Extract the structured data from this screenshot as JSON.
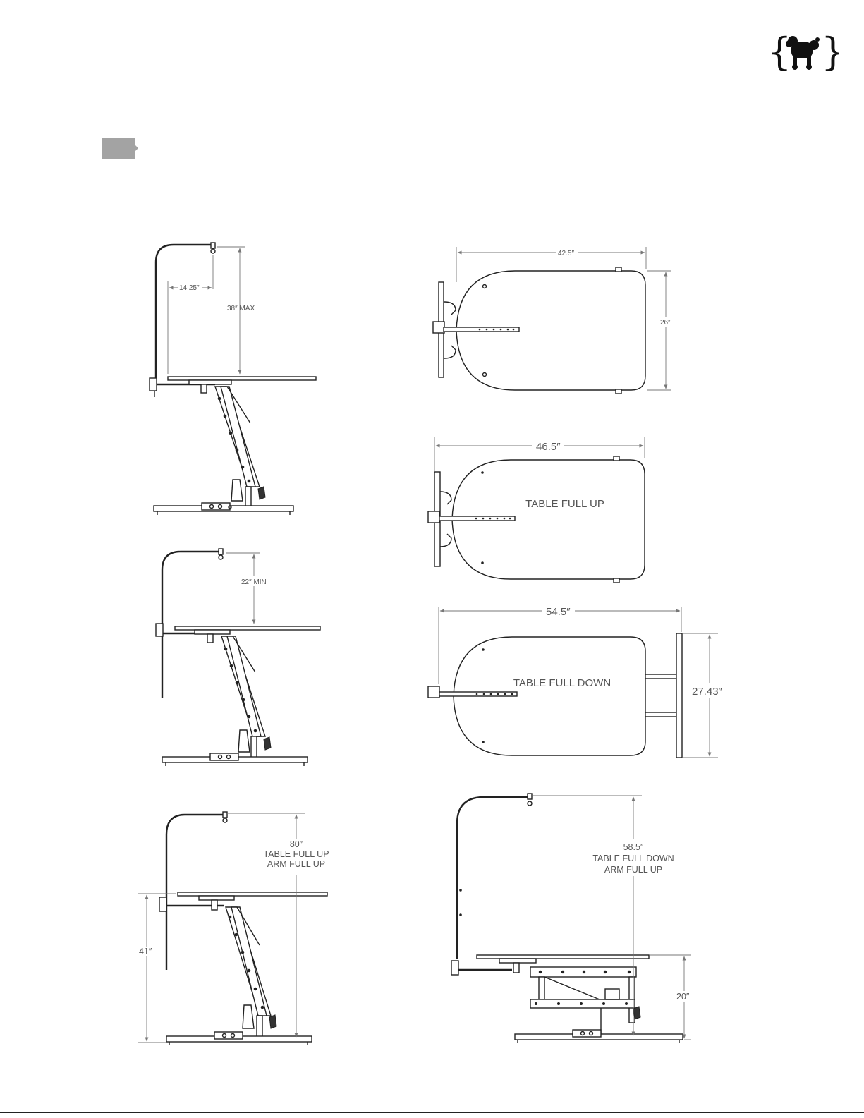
{
  "logo": {
    "icon": "poodle-icon",
    "left_brace": "{",
    "right_brace": "}"
  },
  "colors": {
    "line": "#222222",
    "dimension": "#777777",
    "tab": "#a3a3a3"
  },
  "dimensions": {
    "arm_reach": "14.25″",
    "arm_max_height": "38″ MAX",
    "arm_min_height": "22″ MIN",
    "top_view_length": "42.5″",
    "top_view_width": "26″",
    "full_up_length": "46.5″",
    "full_down_length": "54.5″",
    "full_down_width": "27.43″",
    "height_full_up_line1": "80″",
    "height_full_up_line2": "TABLE FULL UP",
    "height_full_up_line3": "ARM FULL UP",
    "table_height_up": "41″",
    "height_full_down_line1": "58.5″",
    "height_full_down_line2": "TABLE FULL DOWN",
    "height_full_down_line3": "ARM FULL UP",
    "table_height_down": "20″"
  },
  "labels": {
    "table_full_up": "TABLE FULL UP",
    "table_full_down": "TABLE FULL DOWN"
  }
}
